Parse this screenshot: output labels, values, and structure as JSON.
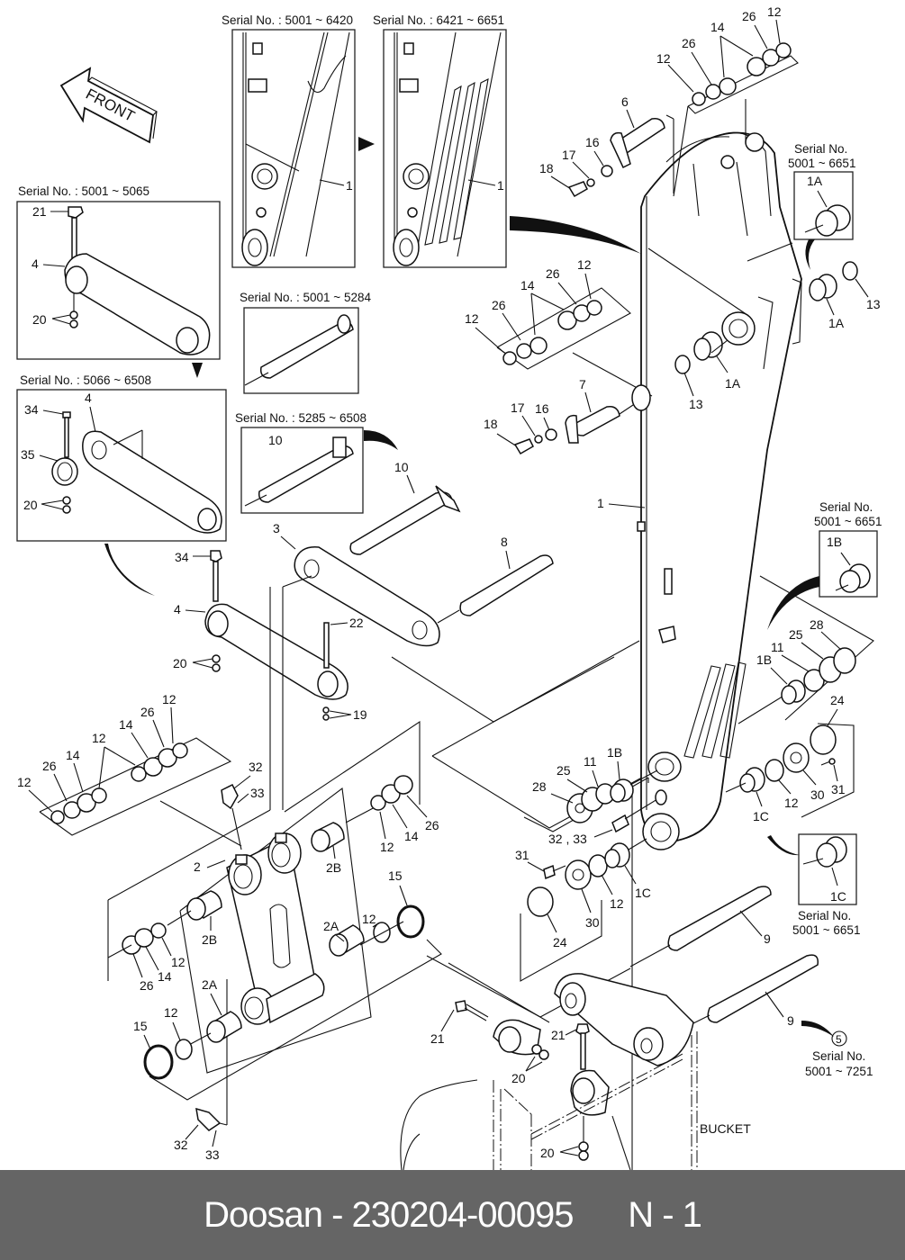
{
  "diagram": {
    "front_arrow_label": "FRONT",
    "bucket_label": "BUCKET",
    "ref_circle_label": "5",
    "serial_labels": {
      "arm_old": "Serial No. : 5001 ~ 6420",
      "arm_new": "Serial No. : 6421 ~ 6651",
      "link_old": "Serial No. : 5001 ~ 5065",
      "link_new": "Serial No. : 5066 ~ 6508",
      "pin_old": "Serial No. : 5001 ~ 5284",
      "pin_new": "Serial No. : 5285 ~ 6508",
      "bush_1a_title": "Serial No.",
      "bush_1a_range": "5001 ~ 6651",
      "bush_1b_title": "Serial No.",
      "bush_1b_range": "5001 ~ 6651",
      "bush_1c_title": "Serial No.",
      "bush_1c_range": "5001 ~ 6651",
      "ref5_title": "Serial No.",
      "ref5_range": "5001 ~ 7251"
    },
    "callouts": {
      "c_arm_old_1": "1",
      "c_arm_new_1": "1",
      "c_tr_12a": "12",
      "c_tr_26a": "26",
      "c_tr_14": "14",
      "c_tr_26b": "26",
      "c_tr_12b": "12",
      "c_6": "6",
      "c_16a": "16",
      "c_17a": "17",
      "c_18a": "18",
      "c_1a_box": "1A",
      "c_1a_main": "1A",
      "c_13a": "13",
      "c_1a_second": "1A",
      "c_13b": "13",
      "c_21_box": "21",
      "c_4_box": "4",
      "c_20_box": "20",
      "c_34_box": "34",
      "c_4_box2": "4",
      "c_35_box": "35",
      "c_20_box2": "20",
      "c_10_box": "10",
      "c_10": "10",
      "c_mid_12a": "12",
      "c_mid_26a": "26",
      "c_mid_14": "14",
      "c_mid_26b": "26",
      "c_mid_12b": "12",
      "c_7": "7",
      "c_16b": "16",
      "c_17b": "17",
      "c_18b": "18",
      "c_1_main": "1",
      "c_3": "3",
      "c_8": "8",
      "c_34": "34",
      "c_4": "4",
      "c_22": "22",
      "c_20a": "20",
      "c_19": "19",
      "c_1b_box": "1B",
      "c_r_1b": "1B",
      "c_r_11": "11",
      "c_r_25": "25",
      "c_r_28": "28",
      "c_r_24": "24",
      "c_r_1c": "1C",
      "c_r_12": "12",
      "c_r_30": "30",
      "c_r_31": "31",
      "c_l_28": "28",
      "c_l_25": "25",
      "c_l_11": "11",
      "c_l_1b": "1B",
      "c_l_3233": "32 , 33",
      "c_b_31": "31",
      "c_b_30": "30",
      "c_b_12": "12",
      "c_b_1c": "1C",
      "c_b_24": "24",
      "c_1c_box": "1C",
      "c_ll_12a": "12",
      "c_ll_26a": "26",
      "c_ll_14a": "14",
      "c_ll_12b": "12",
      "c_ll_14b": "14",
      "c_ll_26b": "26",
      "c_ll_12c": "12",
      "c_32a": "32",
      "c_33a": "33",
      "c_2": "2",
      "c_2b_r": "2B",
      "c_lr_12": "12",
      "c_lr_14": "14",
      "c_lr_26": "26",
      "c_15a": "15",
      "c_12_ring": "12",
      "c_2a_r": "2A",
      "c_2b_l": "2B",
      "c_lw_12": "12",
      "c_lw_14": "14",
      "c_lw_26": "26",
      "c_2a_l": "2A",
      "c_12_bl": "12",
      "c_15_bl": "15",
      "c_32b": "32",
      "c_33b": "33",
      "c_9a": "9",
      "c_9b": "9",
      "c_21a": "21",
      "c_21b": "21",
      "c_20b": "20",
      "c_20c": "20"
    }
  },
  "footer": {
    "brand": "Doosan",
    "separator": " - ",
    "part_number": "230204-00095",
    "page_ref": "N - 1"
  }
}
